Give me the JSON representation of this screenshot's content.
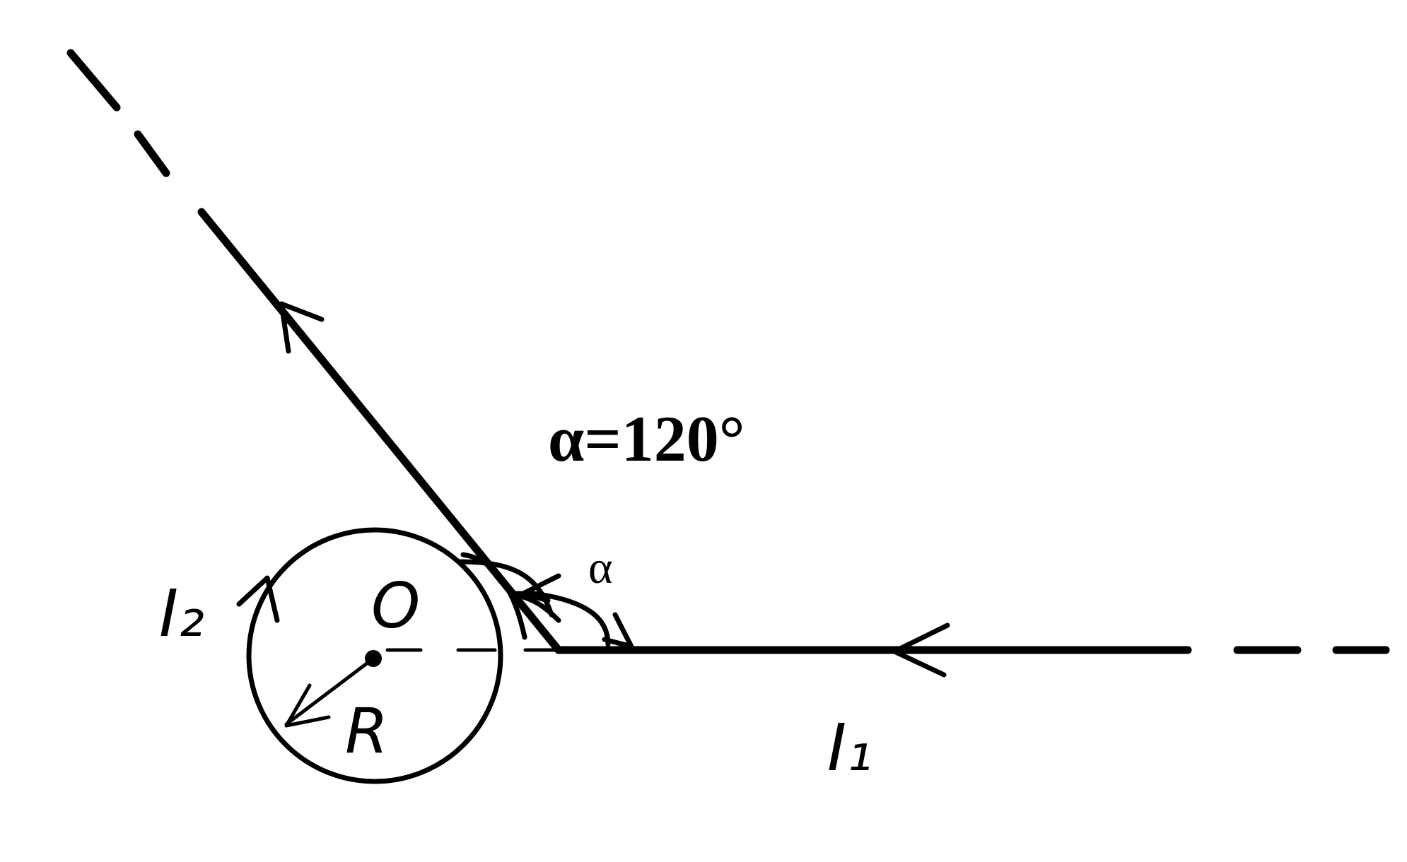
{
  "diagram": {
    "angle_equation": "α=120°",
    "angle_symbol": "α",
    "current_1_label": "I₁",
    "current_2_label": "I₂",
    "center_label": "O",
    "radius_label": "R"
  },
  "colors": {
    "background": "#ffffff",
    "ink": "#000000"
  }
}
